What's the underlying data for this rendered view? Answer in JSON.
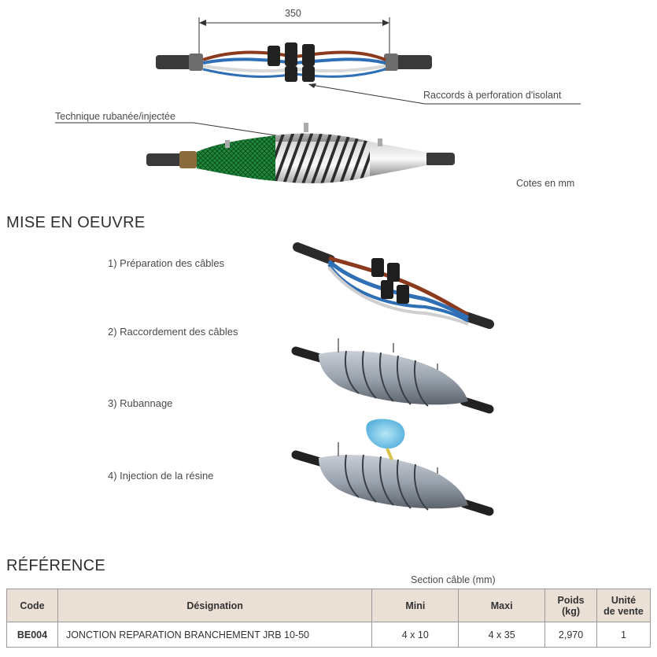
{
  "diagram": {
    "dimension_value": "350",
    "label_connectors": "Raccords à perforation d'isolant",
    "label_technique": "Technique rubanée/injectée",
    "units_note": "Cotes en mm"
  },
  "mise_en_oeuvre": {
    "title": "MISE EN OEUVRE",
    "steps": [
      "1) Préparation des câbles",
      "2) Raccordement des câbles",
      "3) Rubannage",
      "4) Injection de la résine"
    ]
  },
  "reference": {
    "title": "RÉFÉRENCE",
    "section_caption": "Section câble (mm)",
    "headers": {
      "code": "Code",
      "designation": "Désignation",
      "mini": "Mini",
      "maxi": "Maxi",
      "poids_1": "Poids",
      "poids_2": "(kg)",
      "unite_1": "Unité",
      "unite_2": "de vente"
    },
    "rows": [
      {
        "code": "BE004",
        "designation": "JONCTION REPARATION BRANCHEMENT JRB 10-50",
        "mini": "4 x 10",
        "maxi": "4 x 35",
        "poids": "2,970",
        "unite": "1"
      }
    ]
  },
  "colors": {
    "table_header_bg": "#ebe0d5",
    "green_mesh": "#1f8a3c",
    "cable_brown": "#8b3a1e",
    "cable_blue": "#2f6fb5"
  }
}
